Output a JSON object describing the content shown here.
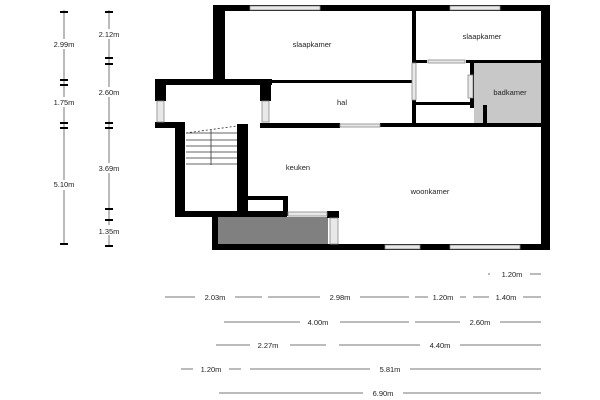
{
  "rooms": {
    "slaapkamer_1": "slaapkamer",
    "slaapkamer_2": "slaapkamer",
    "hal": "hal",
    "badkamer": "badkamer",
    "keuken": "keuken",
    "woonkamer": "woonkamer"
  },
  "vertical_dims": {
    "outer": [
      "2.99m",
      "1.75m",
      "5.10m"
    ],
    "inner": [
      "2.12m",
      "2.60m",
      "3.69m",
      "1.35m"
    ]
  },
  "horizontal_dims": {
    "row1": [
      "1.20m"
    ],
    "row2": [
      "2.03m",
      "2.98m",
      "1.20m",
      "1.40m"
    ],
    "row3": [
      "4.00m",
      "2.60m"
    ],
    "row4": [
      "2.27m",
      "4.40m"
    ],
    "row5": [
      "1.20m",
      "5.81m"
    ],
    "row6": [
      "6.90m"
    ]
  },
  "colors": {
    "wall": "#000000",
    "badkamer": "#c8c8c8",
    "balcony": "#808080"
  }
}
